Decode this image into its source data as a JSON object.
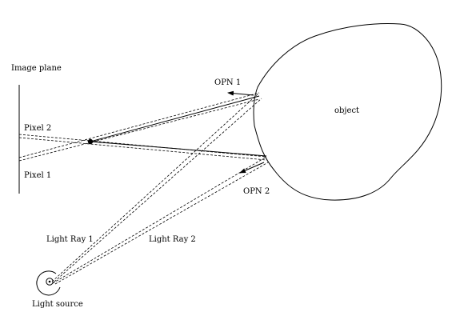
{
  "diagram": {
    "labels": {
      "image_plane": "Image plane",
      "pixel_1": "Pixel 1",
      "pixel_2": "Pixel 2",
      "opn_1": "OPN 1",
      "opn_2": "OPN 2",
      "object": "object",
      "light_ray_1": "Light Ray 1",
      "light_ray_2": "Light Ray 2",
      "light_source": "Light source"
    },
    "colors": {
      "ink": "#000000",
      "background": "#ffffff"
    }
  }
}
